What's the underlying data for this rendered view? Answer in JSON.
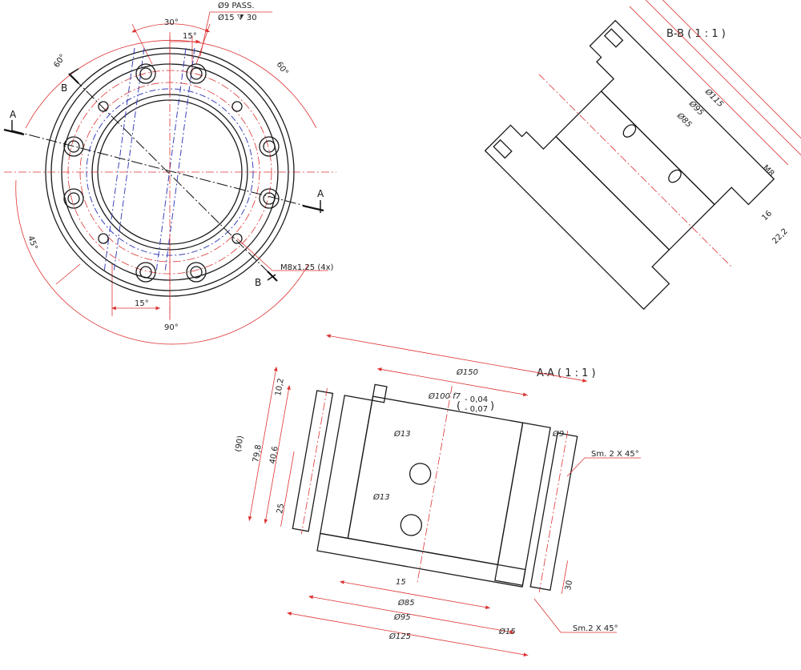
{
  "top_view": {
    "callouts": {
      "hole_pass": "Ø9 PASS.",
      "counterbore": "Ø15 ⧩ 30",
      "thread": "M8x1.25 (4x)"
    },
    "angles": {
      "a30": "30°",
      "a15_top": "15°",
      "a60_left": "60°",
      "a60_right": "60°",
      "a45": "45°",
      "a15_bottom": "15°",
      "a90": "90°"
    },
    "section_marks": {
      "a_left": "A",
      "a_right": "A",
      "b_top": "B",
      "b_bottom": "B"
    }
  },
  "section_bb": {
    "title": "B-B ( 1 : 1 )",
    "dims": {
      "d115": "Ø115",
      "d95": "Ø95",
      "d85": "Ø85",
      "m8": "M8",
      "d16": "16",
      "d22": "22,2"
    }
  },
  "section_aa": {
    "title": "A-A ( 1 : 1 )",
    "dims": {
      "d150": "Ø150",
      "d100": "Ø100 f7",
      "tol_upper": "- 0,04",
      "tol_lower": "- 0,07",
      "d9": "Ø9",
      "d13a": "Ø13",
      "d13b": "Ø13",
      "d10_2": "10,2",
      "d90": "(90)",
      "d79_8": "79,8",
      "d40_6": "40,6",
      "d25": "25",
      "d15_small": "15",
      "d85": "Ø85",
      "d95": "Ø95",
      "d125": "Ø125",
      "d15": "Ø15",
      "d30": "30",
      "chamfer_top": "Sm. 2 X 45°",
      "chamfer_bottom": "Sm.2 X 45°"
    }
  }
}
